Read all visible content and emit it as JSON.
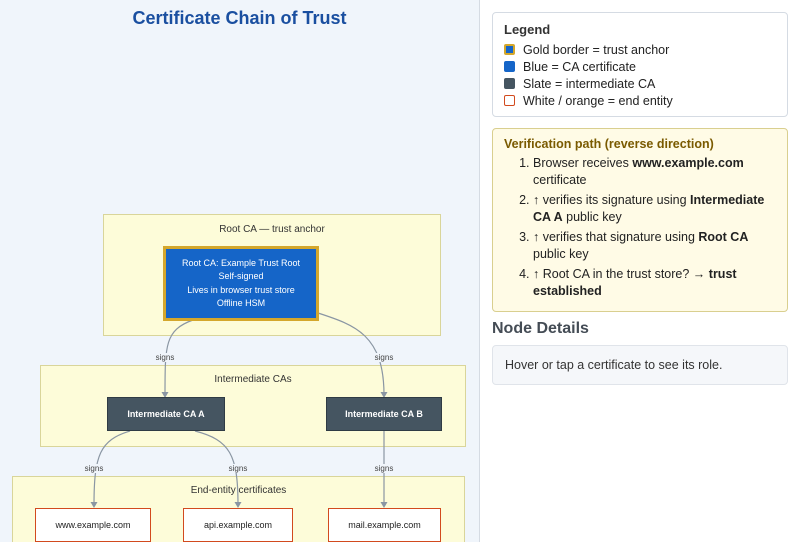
{
  "diagram": {
    "title": "Certificate Chain of Trust",
    "groups": {
      "root": "Root CA — trust anchor",
      "intermediate": "Intermediate CAs",
      "end_entity": "End-entity certificates"
    },
    "nodes": {
      "root_ca": [
        "Root CA: Example Trust Root",
        "Self-signed",
        "Lives in browser trust store",
        "Offline HSM"
      ],
      "intermediate_a": "Intermediate CA A",
      "intermediate_b": "Intermediate CA B",
      "leaf_www": "www.example.com",
      "leaf_api": "api.example.com",
      "leaf_mail": "mail.example.com"
    },
    "edge_label": "signs"
  },
  "legend": {
    "title": "Legend",
    "items": [
      "Gold border = trust anchor",
      "Blue = CA certificate",
      "Slate = intermediate CA",
      "White / orange = end entity"
    ]
  },
  "verification": {
    "title": "Verification path (reverse direction)",
    "steps": [
      [
        "Browser receives ",
        "www.example.com",
        " certificate"
      ],
      [
        "↑ verifies its signature using ",
        "Intermediate CA A",
        " public key"
      ],
      [
        "↑ verifies that signature using ",
        "Root CA",
        " public key"
      ],
      [
        "↑ Root CA in the trust store? → ",
        "trust established",
        ""
      ]
    ]
  },
  "details": {
    "heading": "Node Details",
    "text": "Hover or tap a certificate to see its role."
  },
  "colors": {
    "ca_blue": "#1565c8",
    "anchor_gold": "#d4a72c",
    "intermediate_slate": "#455561",
    "end_entity_orange": "#d24a1e",
    "group_fill": "#fdfcd9"
  }
}
